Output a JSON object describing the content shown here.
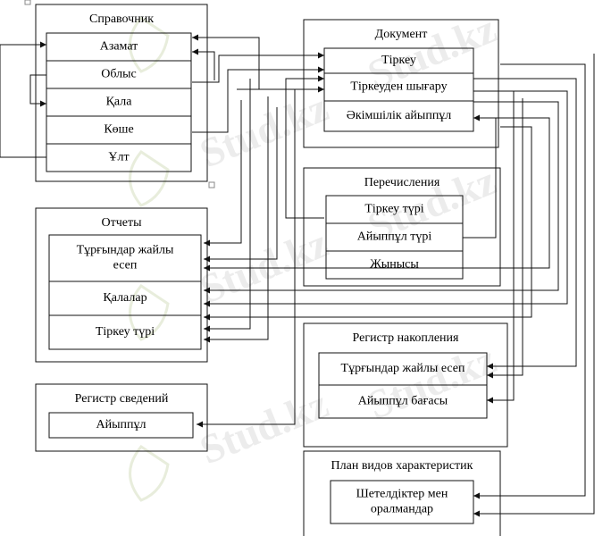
{
  "watermark": {
    "text": "Stud.kz"
  },
  "groups": [
    {
      "id": "spravochnik",
      "title": "Справочник",
      "items": [
        [
          "Азамат"
        ],
        [
          "Облыс"
        ],
        [
          "Қала"
        ],
        [
          "Көше"
        ],
        [
          "Ұлт"
        ]
      ]
    },
    {
      "id": "dokument",
      "title": "Документ",
      "items": [
        [
          "Тіркеу"
        ],
        [
          "Тіркеуден шығару"
        ],
        [
          "Әкімшілік айыппұл"
        ]
      ]
    },
    {
      "id": "perechisleniya",
      "title": "Перечисления",
      "items": [
        [
          "Тіркеу түрі"
        ],
        [
          "Айыппұл түрі"
        ],
        [
          "Жынысы"
        ]
      ]
    },
    {
      "id": "otchety",
      "title": "Отчеты",
      "items": [
        [
          "Тұрғындар жайлы",
          "есеп"
        ],
        [
          "Қалалар"
        ],
        [
          "Тіркеу түрі"
        ]
      ]
    },
    {
      "id": "registr-svedeniy",
      "title": "Регистр сведений",
      "items": [
        [
          "Айыппұл"
        ]
      ]
    },
    {
      "id": "registr-nakopleniya",
      "title": "Регистр накопления",
      "items": [
        [
          "Тұрғындар жайлы есеп"
        ],
        [
          "Айыппұл бағасы"
        ]
      ]
    },
    {
      "id": "plan-vidov",
      "title": "План видов характеристик",
      "items": [
        [
          "Шетелдіктер мен",
          "оралмандар"
        ]
      ]
    }
  ]
}
